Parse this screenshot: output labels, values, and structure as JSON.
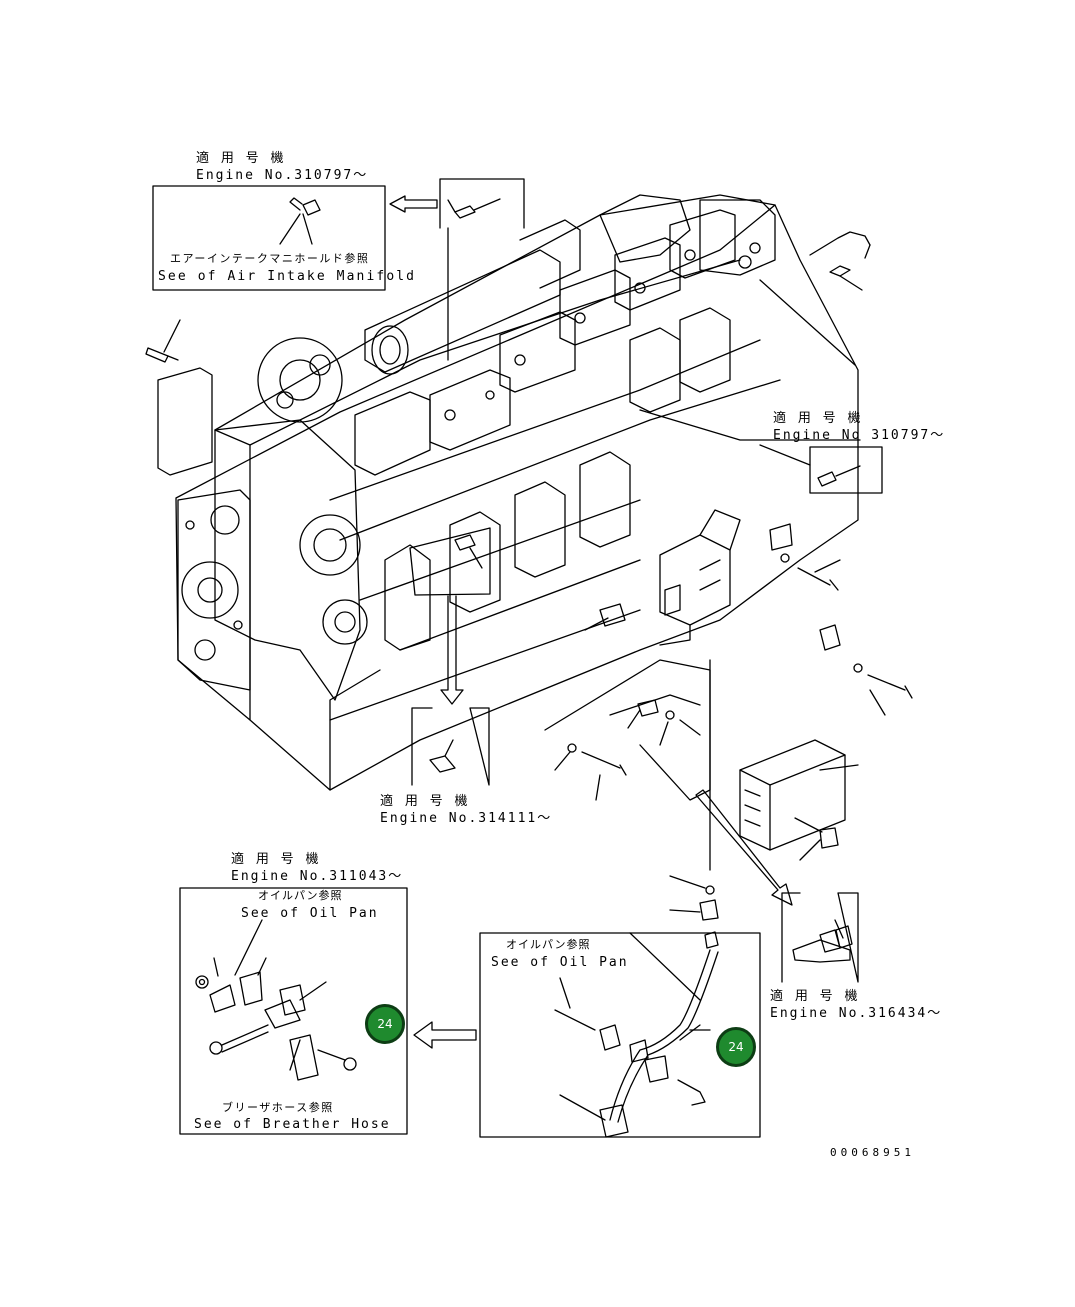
{
  "callouts": {
    "air_intake": {
      "applicable_label": "適 用 号 機",
      "engine_no": "Engine No.310797～",
      "ref_jp": "エアーインテークマニホールド参照",
      "ref_en": "See of Air Intake Manifold"
    },
    "sensor_right": {
      "applicable_label": "適 用 号 機",
      "engine_no": "Engine No 310797～"
    },
    "sensor_bottom": {
      "applicable_label": "適 用 号 機",
      "engine_no": "Engine No.314111～"
    },
    "breather": {
      "applicable_label": "適 用 号 機",
      "engine_no": "Engine No.311043～",
      "oil_pan_jp": "オイルパン参照",
      "oil_pan_en": "See of Oil Pan",
      "hose_jp": "ブリーザホース参照",
      "hose_en": "See of Breather Hose",
      "badge": "24"
    },
    "oil_pipe": {
      "oil_pan_jp": "オイルパン参照",
      "oil_pan_en": "See of Oil Pan",
      "badge": "24"
    },
    "connector": {
      "applicable_label": "適 用 号 機",
      "engine_no": "Engine No.316434～"
    }
  },
  "drawing_number": "00068951",
  "colors": {
    "ink": "#000000",
    "badge_fill": "#1f8a2e",
    "badge_ring": "#0d3d14"
  }
}
